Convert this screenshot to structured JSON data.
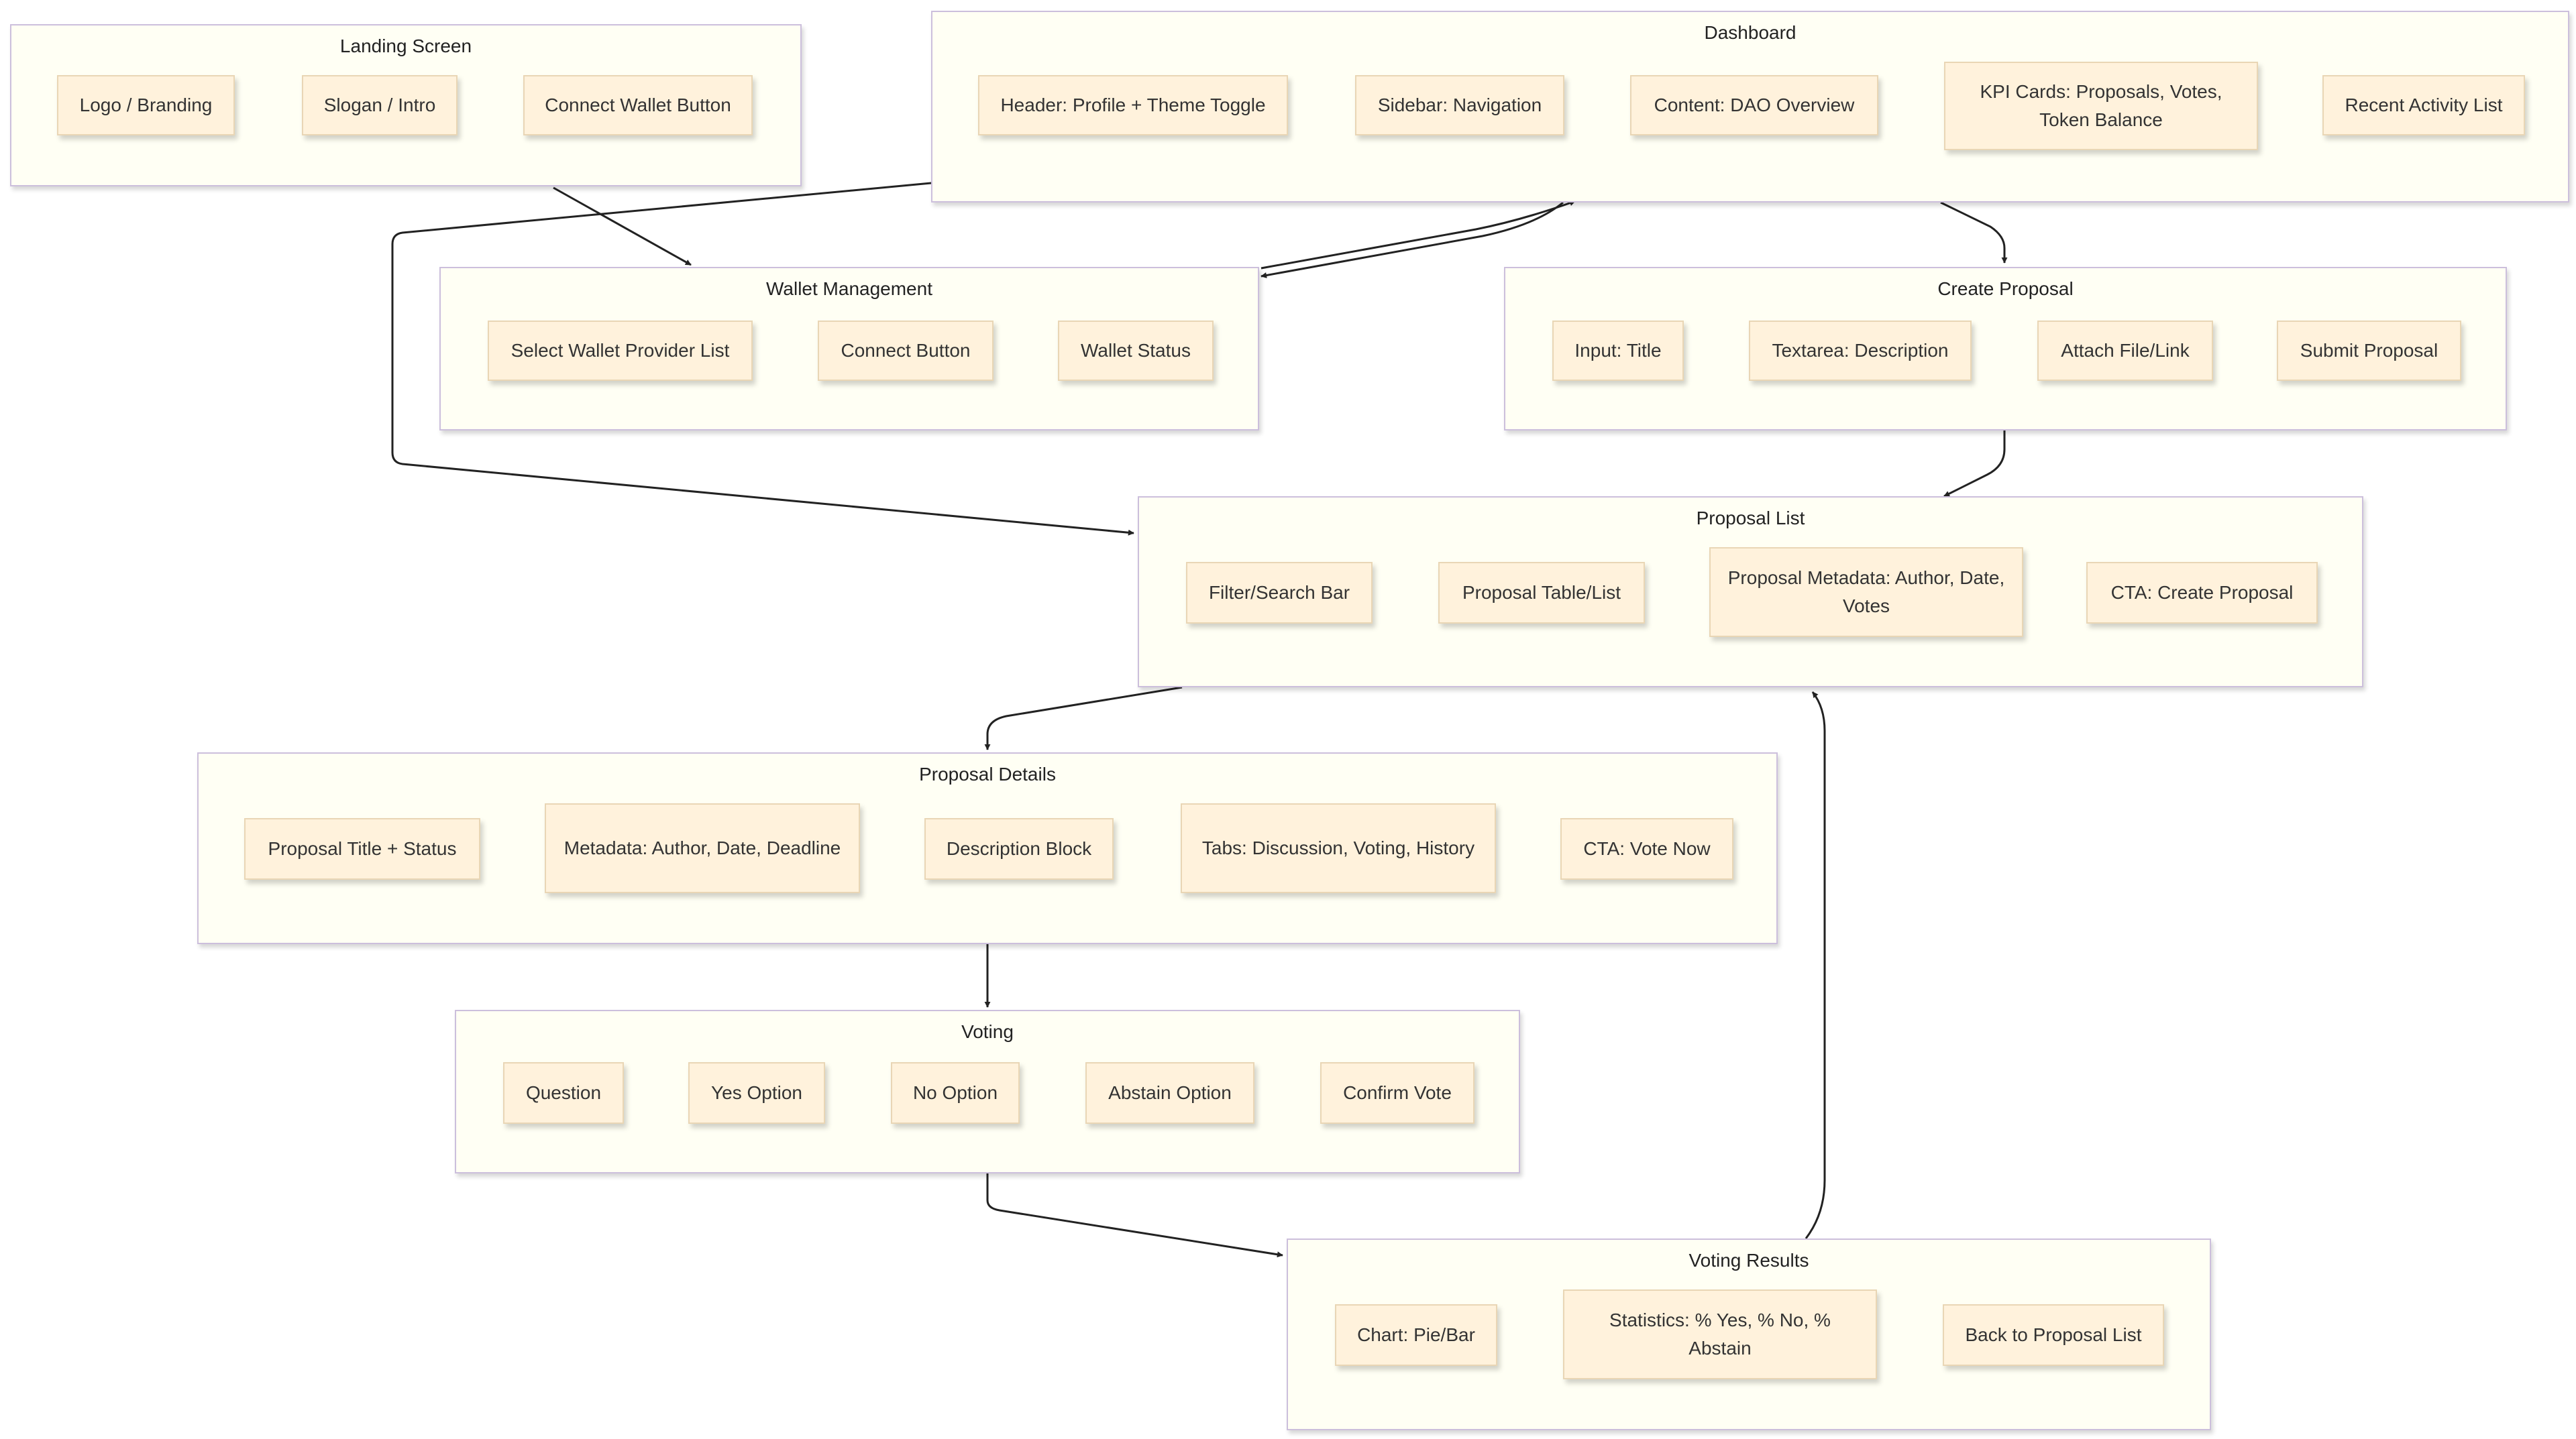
{
  "colors": {
    "cluster_fill": "#fffff4",
    "cluster_border": "#ccbfdc",
    "node_fill": "#fff2dc",
    "node_border": "#e9d6b5",
    "edge": "#222222",
    "text": "#333333"
  },
  "clusters": {
    "landing": {
      "title": "Landing Screen",
      "nodes": [
        "Logo / Branding",
        "Slogan / Intro",
        "Connect Wallet Button"
      ]
    },
    "dashboard": {
      "title": "Dashboard",
      "nodes": [
        "Header: Profile + Theme Toggle",
        "Sidebar: Navigation",
        "Content: DAO Overview",
        "KPI Cards: Proposals, Votes, Token Balance",
        "Recent Activity List"
      ]
    },
    "wallet": {
      "title": "Wallet Management",
      "nodes": [
        "Select Wallet Provider List",
        "Connect Button",
        "Wallet Status"
      ]
    },
    "create": {
      "title": "Create Proposal",
      "nodes": [
        "Input: Title",
        "Textarea: Description",
        "Attach File/Link",
        "Submit Proposal"
      ]
    },
    "proposal_list": {
      "title": "Proposal List",
      "nodes": [
        "Filter/Search Bar",
        "Proposal Table/List",
        "Proposal Metadata: Author, Date, Votes",
        "CTA: Create Proposal"
      ]
    },
    "details": {
      "title": "Proposal Details",
      "nodes": [
        "Proposal Title + Status",
        "Metadata: Author, Date, Deadline",
        "Description Block",
        "Tabs: Discussion, Voting, History",
        "CTA: Vote Now"
      ]
    },
    "voting": {
      "title": "Voting",
      "nodes": [
        "Question",
        "Yes Option",
        "No Option",
        "Abstain Option",
        "Confirm Vote"
      ]
    },
    "results": {
      "title": "Voting Results",
      "nodes": [
        "Chart: Pie/Bar",
        "Statistics: % Yes, % No, % Abstain",
        "Back to Proposal List"
      ]
    }
  }
}
